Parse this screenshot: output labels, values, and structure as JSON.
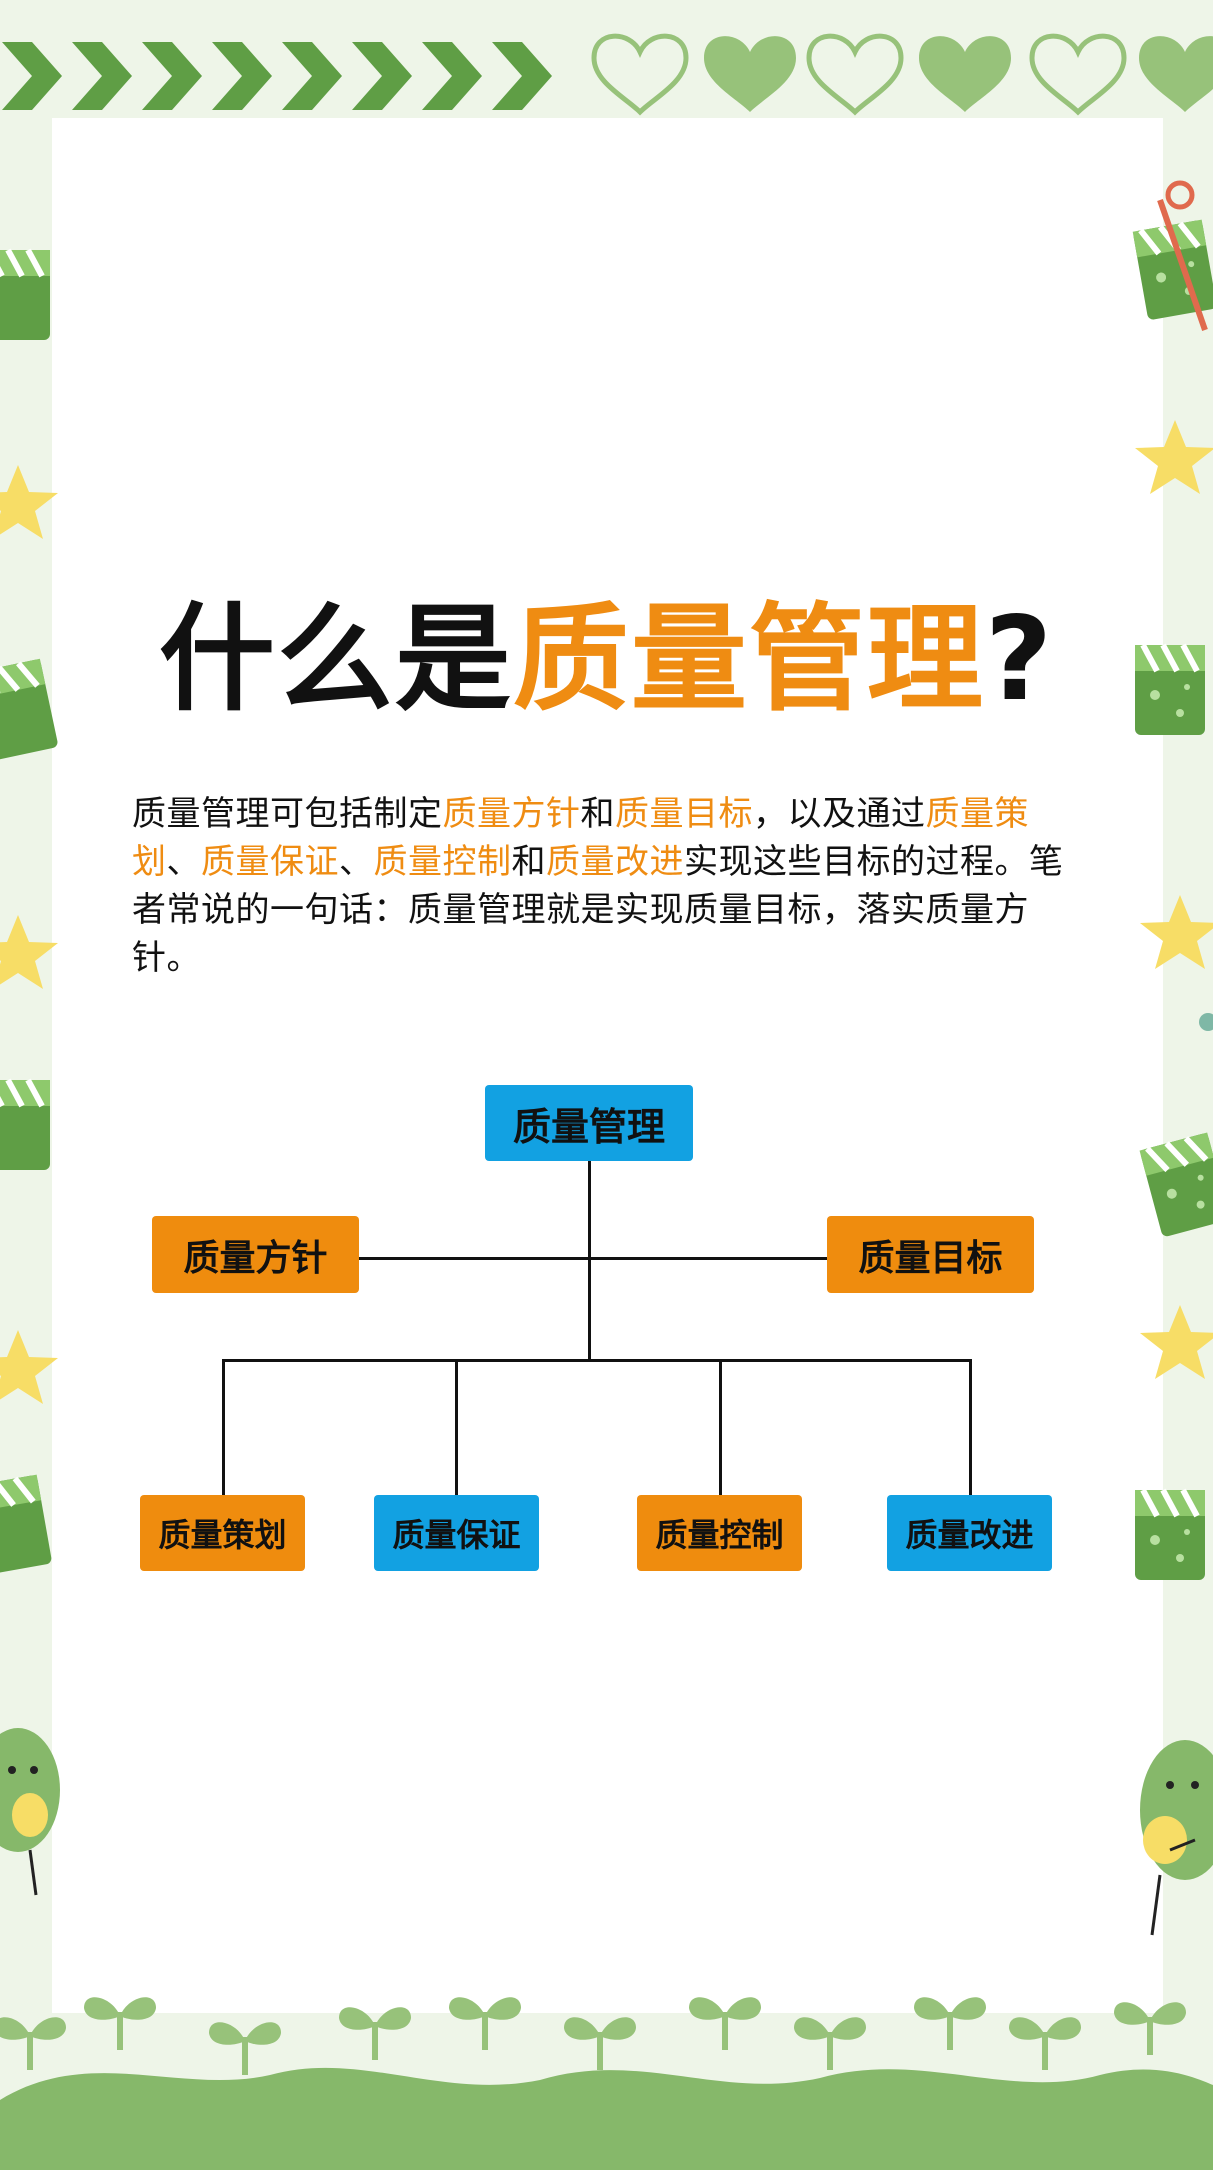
{
  "title": {
    "prefix": "什么是",
    "highlight": "质量管理",
    "suffix": "?"
  },
  "intro": {
    "segments": [
      {
        "text": "质量管理可包括制定",
        "highlight": false
      },
      {
        "text": "质量方针",
        "highlight": true
      },
      {
        "text": "和",
        "highlight": false
      },
      {
        "text": "质量目标",
        "highlight": true
      },
      {
        "text": "，以及通过",
        "highlight": false
      },
      {
        "text": "质量策划",
        "highlight": true
      },
      {
        "text": "、",
        "highlight": false
      },
      {
        "text": "质量保证",
        "highlight": true
      },
      {
        "text": "、",
        "highlight": false
      },
      {
        "text": "质量控制",
        "highlight": true
      },
      {
        "text": "和",
        "highlight": false
      },
      {
        "text": "质量改进",
        "highlight": true
      },
      {
        "text": "实现这些目标的过程。笔者常说的一句话：质量管理就是实现质量目标，落实质量方针。",
        "highlight": false
      }
    ]
  },
  "diagram": {
    "root": "质量管理",
    "side_left": "质量方针",
    "side_right": "质量目标",
    "children": [
      "质量策划",
      "质量保证",
      "质量控制",
      "质量改进"
    ]
  },
  "colors": {
    "accent_orange": "#ef8c12",
    "node_blue": "#12a1e2",
    "node_orange": "#ef8c0e",
    "frame_green": "#5f9e45",
    "light_green": "#97c27a",
    "star_yellow": "#f7dd66"
  },
  "decorations": {
    "top_border": [
      "chevron-icon",
      "heart-outline-icon",
      "heart-filled-icon"
    ],
    "side": [
      "gift-box-icon",
      "star-icon",
      "bean-mascot-icon"
    ],
    "bottom": [
      "sprout-icon",
      "grass-hill-icon"
    ]
  }
}
